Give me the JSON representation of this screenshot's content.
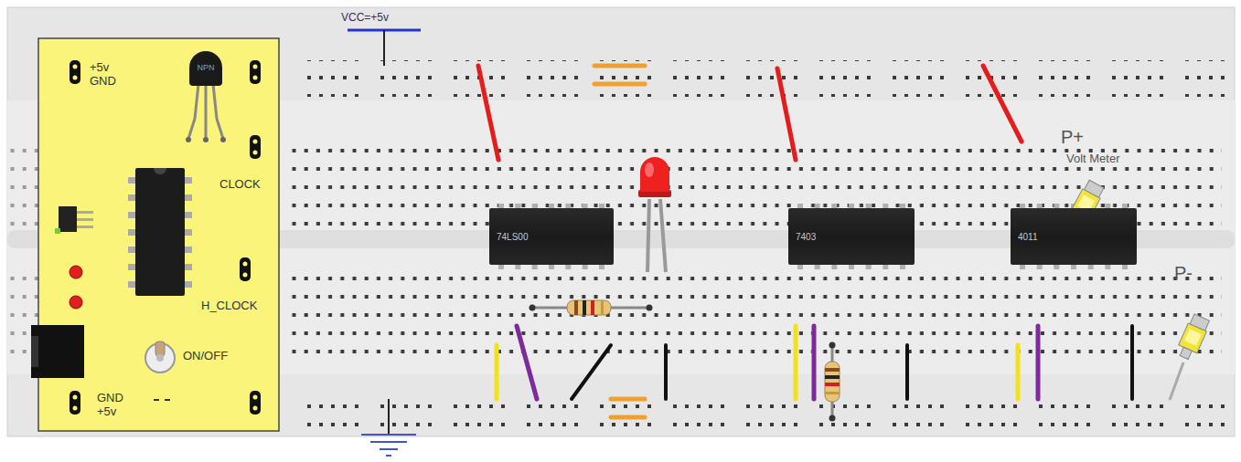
{
  "diagram": {
    "nodes": [
      {
        "text": [
          "NPN"
        ]
      },
      {
        "text": [
          "74LS00"
        ]
      },
      {
        "text": [
          "7403"
        ]
      },
      {
        "text": [
          "4011"
        ]
      }
    ],
    "labels": [
      "VCC=+5v",
      "+5v",
      "GND",
      "CLOCK",
      "H_CLOCK",
      "ON/OFF",
      "GND",
      "+5v",
      "P+",
      "Volt Meter",
      "P-"
    ]
  }
}
